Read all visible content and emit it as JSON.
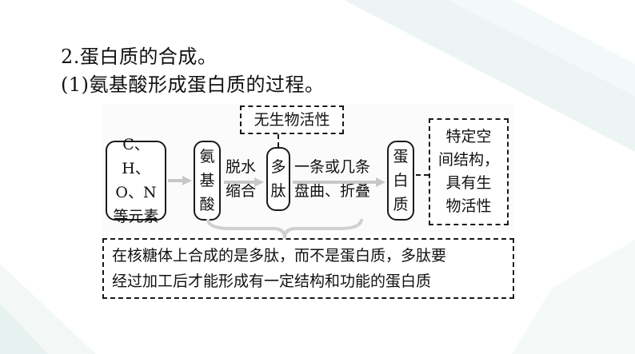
{
  "heading": {
    "line1": "2.蛋白质的合成。",
    "line2": "(1)氨基酸形成蛋白质的过程。"
  },
  "diagram": {
    "elements_box": "C、H、O、N等元素",
    "amino_acid_box": "氨基酸",
    "step1_line1": "脱水",
    "step1_line2": "缩合",
    "polypeptide_box": "多肽",
    "no_bio_activity_note": "无生物活性",
    "step2_line1": "一条或几条",
    "step2_line2": "盘曲、折叠",
    "protein_box": "蛋白质",
    "protein_note_line1": "特定空",
    "protein_note_line2": "间结构，",
    "protein_note_line3": "具有生",
    "protein_note_line4": "物活性"
  },
  "note": {
    "line1": "在核糖体上合成的是多肽，而不是蛋白质，多肽要",
    "line2": "经过加工后才能形成有一定结构和功能的蛋白质"
  }
}
